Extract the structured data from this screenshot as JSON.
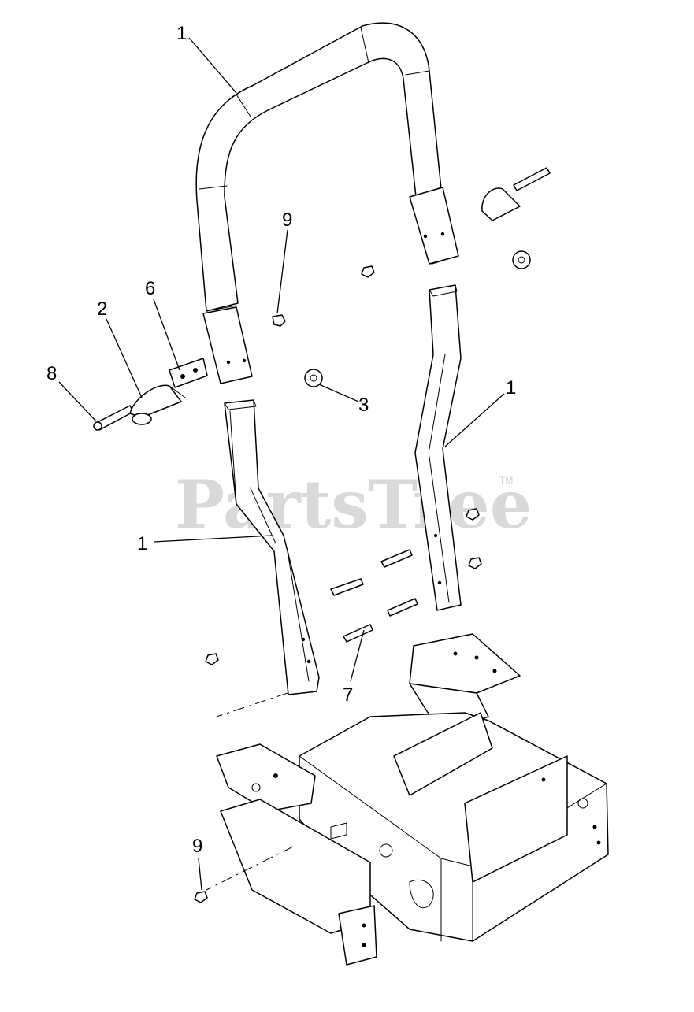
{
  "watermark": {
    "text": "PartsTree",
    "trademark": "TM"
  },
  "callouts": {
    "c1_top": "1",
    "c9_upper": "9",
    "c6": "6",
    "c2": "2",
    "c8": "8",
    "c3": "3",
    "c1_right": "1",
    "c1_left": "1",
    "c7": "7",
    "c9_lower": "9"
  }
}
